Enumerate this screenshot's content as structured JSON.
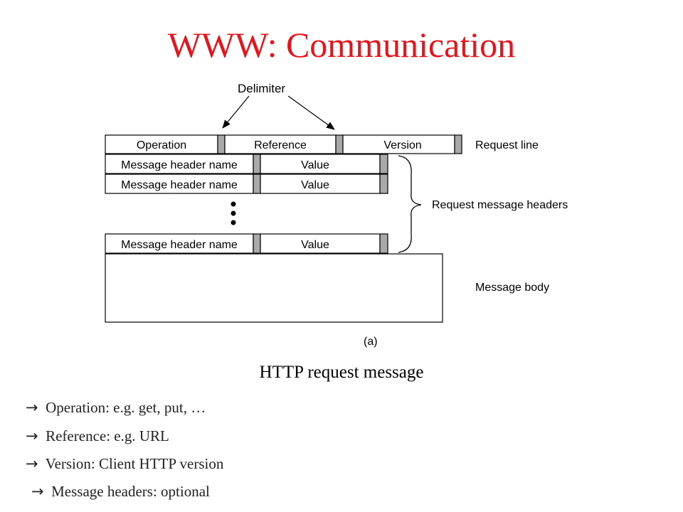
{
  "title": "WWW: Communication",
  "diagram": {
    "delimiter_label": "Delimiter",
    "request_line": {
      "fields": [
        "Operation",
        "Reference",
        "Version"
      ],
      "label": "Request line"
    },
    "headers": {
      "rows": [
        {
          "name": "Message header name",
          "value": "Value"
        },
        {
          "name": "Message header name",
          "value": "Value"
        },
        {
          "name": "Message header name",
          "value": "Value"
        }
      ],
      "label": "Request message headers"
    },
    "body_label": "Message body",
    "figure_label": "(a)",
    "colors": {
      "separator": "#a9a9a9",
      "stroke": "#000000"
    }
  },
  "caption": "HTTP request message",
  "bullets": [
    {
      "arrow": "→",
      "text": "Operation: e.g. get, put, …"
    },
    {
      "arrow": "→",
      "text": "Reference: e.g. URL"
    },
    {
      "arrow": "→",
      "text": "Version: Client HTTP version"
    },
    {
      "arrow": "→",
      "text": "Message headers: optional"
    }
  ]
}
